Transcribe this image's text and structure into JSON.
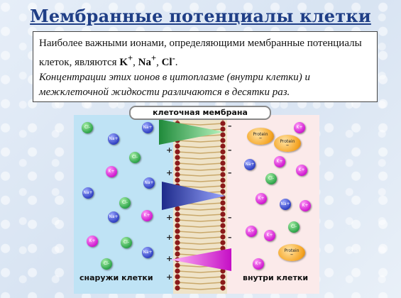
{
  "title": "Мембранные потенциалы клетки",
  "textbox": {
    "line1_prefix": "Наиболее важными ионами, определяющими мембранные потенциалы клеток, являются ",
    "ion1": "K",
    "ion1_sup": "+",
    "sep1": ", ",
    "ion2": "Na",
    "ion2_sup": "+",
    "sep2": ", ",
    "ion3": "Cl",
    "ion3_sup": "-",
    "end": ".",
    "italic": "Концентрации этих ионов в цитоплазме (внутри клетки) и межклеточной жидкости различаются в десятки раз."
  },
  "diagram": {
    "membrane_label": "клеточная мембрана",
    "outside_label": "снаружи клетки",
    "inside_label": "внутри клетки",
    "plus_sign": "+",
    "minus_sign": "–",
    "ion_labels": {
      "na": "Na+",
      "k": "K+",
      "cl": "Cl-",
      "protein": "Protein",
      "protein_charge": "–"
    },
    "colors": {
      "outside_bg": "#bfe3f5",
      "inside_bg": "#fbeaea",
      "membrane_heads": "#8b1a1a",
      "membrane_tails": "#c9a86a",
      "arrow_na": "#3141c2",
      "arrow_k": "#d11ad0",
      "arrow_cl": "#2ea44a"
    }
  }
}
